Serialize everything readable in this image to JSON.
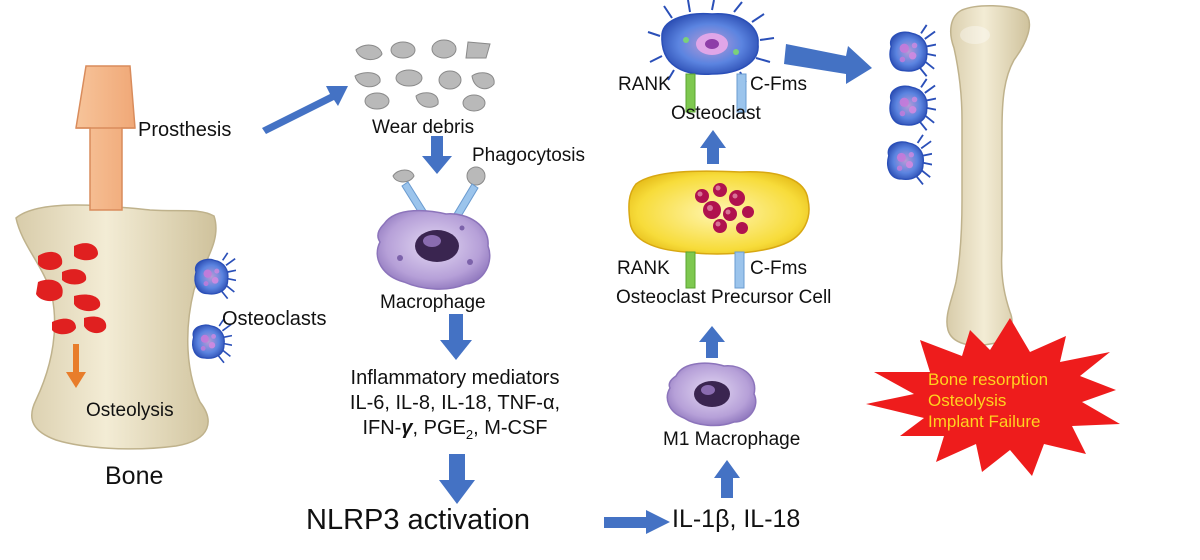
{
  "labels": {
    "prosthesis": "Prosthesis",
    "wear_debris": "Wear debris",
    "phagocytosis": "Phagocytosis",
    "macrophage": "Macrophage",
    "osteoclasts": "Osteoclasts",
    "osteolysis": "Osteolysis",
    "bone": "Bone",
    "mediators_title": "Inflammatory mediators",
    "mediators_line1": "IL-6, IL-8, IL-18, TNF-α,",
    "mediators_line2_a": "IFN-",
    "mediators_line2_gamma": "γ",
    "mediators_line2_b": ", PGE",
    "mediators_line2_sub": "2",
    "mediators_line2_c": ", M-CSF",
    "nlrp3": "NLRP3 activation",
    "il1b": "IL-1β, IL-18",
    "m1_macrophage": "M1 Macrophage",
    "rank_top": "RANK",
    "cfms_top": "C-Fms",
    "osteoclast": "Osteoclast",
    "rank_mid": "RANK",
    "cfms_mid": "C-Fms",
    "precursor": "Osteoclast Precursor Cell"
  },
  "outcomes": [
    "Bone resorption",
    "Osteolysis",
    "Implant Failure"
  ],
  "colors": {
    "arrow": "#4472c4",
    "bone": "#ece3c4",
    "prosthesis": "#f5b98a",
    "lesion": "#e02020",
    "osteolysis_arrow": "#e87d2b",
    "burst": "#ee1c1c",
    "burst_text": "#ffd21f",
    "macrophage": "#b9a5d8",
    "osteoclast_cell": "#4c7fe0",
    "precursor_cell": "#f8e04a",
    "rank_receptor": "#7ec850",
    "cfms_receptor": "#9bc4ec",
    "debris": "#b9b9b9"
  }
}
